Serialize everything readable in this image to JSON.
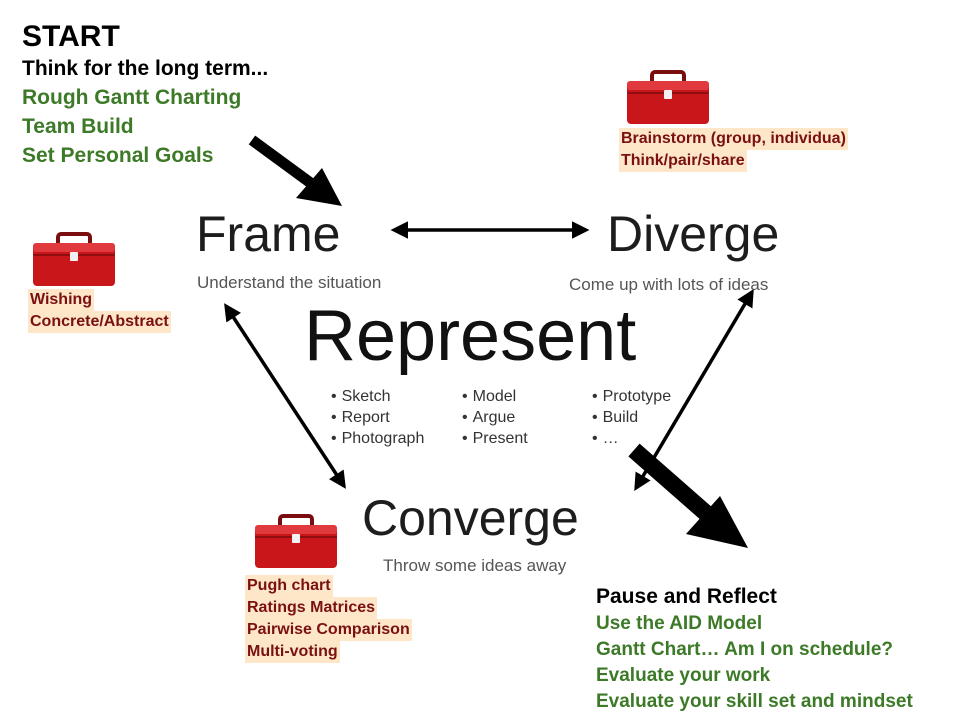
{
  "start": {
    "title": "START",
    "lines": [
      "Think for the long term...",
      "Rough Gantt Charting",
      "Team Build",
      "Set Personal Goals"
    ]
  },
  "phases": {
    "frame": {
      "title": "Frame",
      "subtitle": "Understand the situation"
    },
    "diverge": {
      "title": "Diverge",
      "subtitle": "Come up with lots of ideas"
    },
    "represent": {
      "title": "Represent"
    },
    "converge": {
      "title": "Converge",
      "subtitle": "Throw some ideas away"
    }
  },
  "represent_methods": {
    "col1": [
      "Sketch",
      "Report",
      "Photograph"
    ],
    "col2": [
      "Model",
      "Argue",
      "Present"
    ],
    "col3": [
      "Prototype",
      "Build",
      "…"
    ]
  },
  "toolboxes": {
    "diverge": [
      "Brainstorm (group, individua)",
      "Think/pair/share"
    ],
    "frame": [
      "Wishing",
      "Concrete/Abstract"
    ],
    "converge": [
      "Pugh chart",
      "Ratings Matrices",
      "Pairwise Comparison",
      "Multi-voting"
    ]
  },
  "pause": {
    "title": "Pause and Reflect",
    "lines": [
      "Use the AID Model",
      "Gantt Chart… Am I on schedule?",
      "Evaluate your work",
      "Evaluate your skill set and mindset"
    ]
  },
  "colors": {
    "green_text": "#3d7a28",
    "maroon_text": "#7a1012",
    "highlight": "#fde7c8",
    "toolbox_red": "#c8161b"
  },
  "icons": {
    "toolbox": "toolbox-icon"
  }
}
